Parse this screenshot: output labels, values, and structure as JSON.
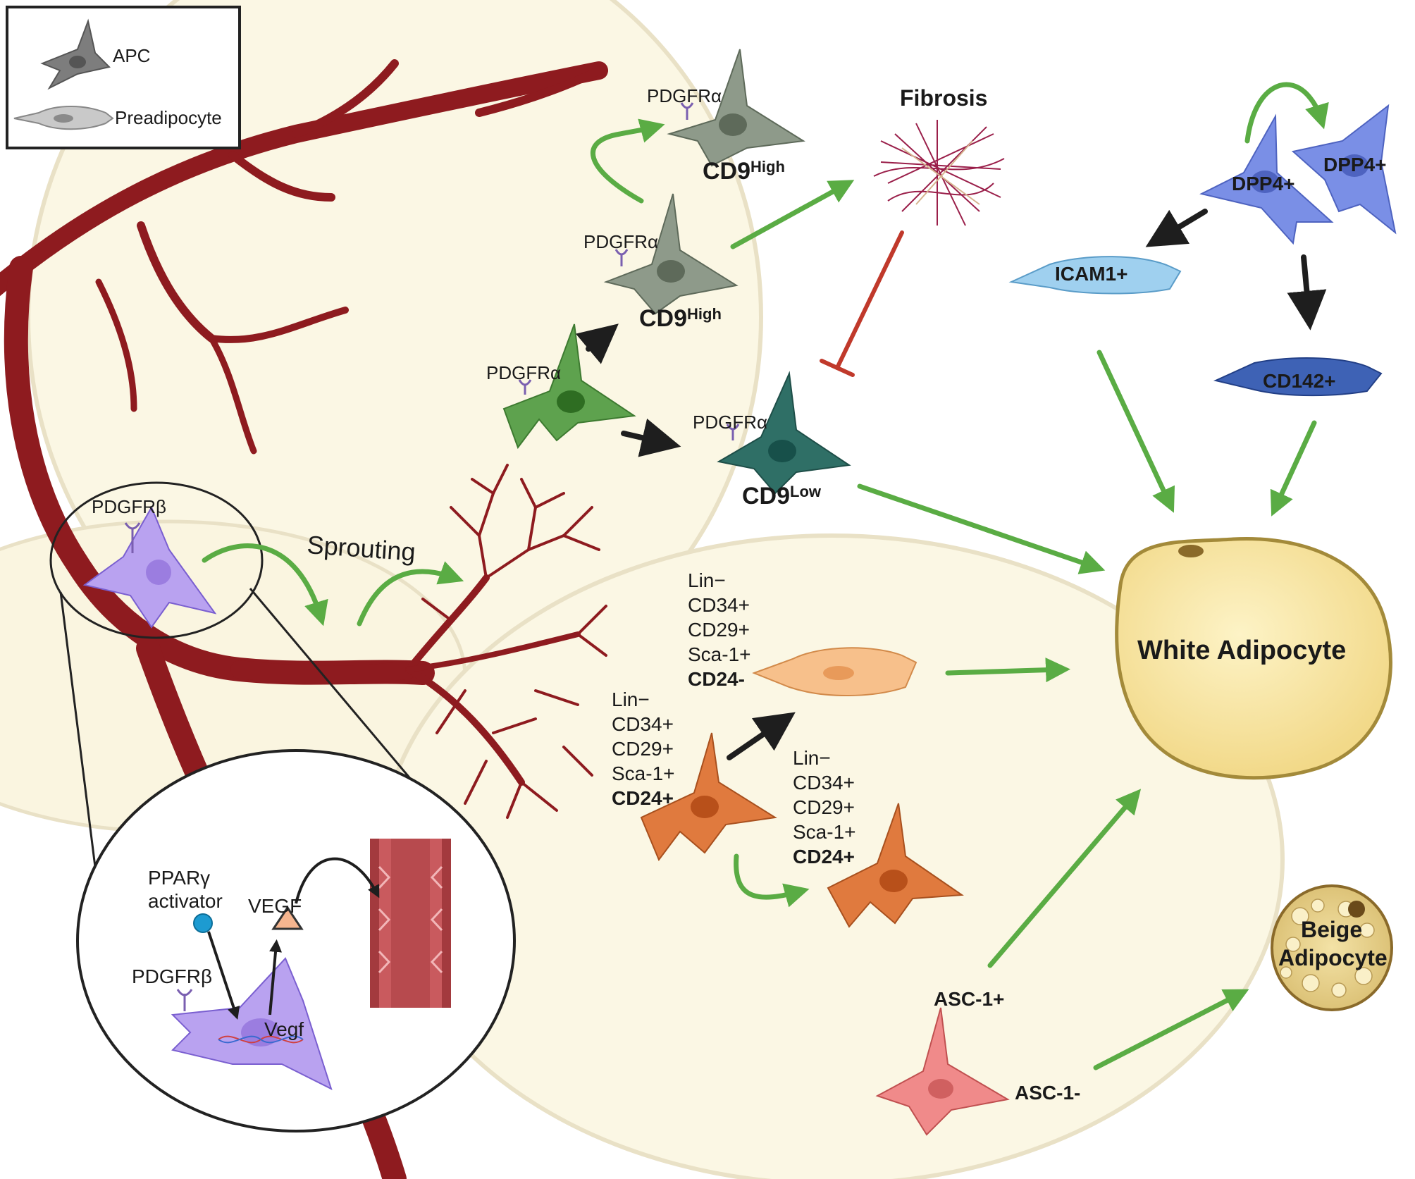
{
  "legend": {
    "apc_label": "APC",
    "preadipocyte_label": "Preadipocyte"
  },
  "markers": {
    "pdgfra": "PDGFRα",
    "pdgfrb": "PDGFRβ"
  },
  "cd9": {
    "high_base": "CD9",
    "high_sup": "High",
    "low_base": "CD9",
    "low_sup": "Low"
  },
  "fibrosis_label": "Fibrosis",
  "sprouting_label": "Sprouting",
  "dpp4_left": "DPP4+",
  "dpp4_right": "DPP4+",
  "icam1_label": "ICAM1+",
  "cd142_label": "CD142+",
  "white_adipocyte": "White Adipocyte",
  "beige_adipocyte": [
    "Beige",
    "Adipocyte"
  ],
  "asc1_pos": "ASC-1+",
  "asc1_neg": "ASC-1-",
  "marker_sets": {
    "cd24neg": [
      "Lin−",
      "CD34+",
      "CD29+",
      "Sca-1+",
      "CD24-"
    ],
    "cd24pos_left": [
      "Lin−",
      "CD34+",
      "CD29+",
      "Sca-1+",
      "CD24+"
    ],
    "cd24pos_right": [
      "Lin−",
      "CD34+",
      "CD29+",
      "Sca-1+",
      "CD24+"
    ]
  },
  "inset": {
    "ppar_line1": "PPARγ",
    "ppar_line2": "activator",
    "vegf_label": "VEGF",
    "vegf_gene": "Vegf",
    "pdgfrb_label": "PDGFRβ"
  },
  "colors": {
    "vessel": "#8e1b1f",
    "green_arrow": "#5aac44",
    "black_arrow": "#1e1e1e",
    "inhibit": "#c0392b",
    "apc_grey": "#8e9a8a",
    "pericyte": "#b9a2f0",
    "white_adipocyte": "#f8e6a0",
    "cd9_low": "#2f6f66",
    "dpp4": "#7a8fe6",
    "icam1": "#9fd0ef",
    "cd142": "#3e62b5",
    "asc1": "#f08a8a",
    "cd24_cell": "#e07a3e",
    "cd24neg_cell": "#f7c08b",
    "background_fat": "#fbf7e4"
  }
}
